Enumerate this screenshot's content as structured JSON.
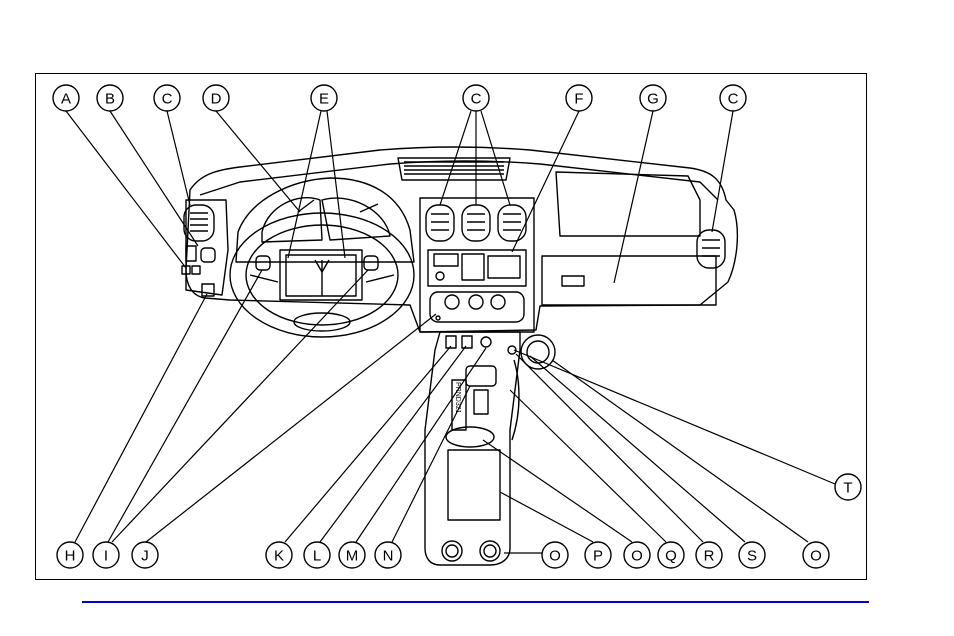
{
  "colors": {
    "line": "#000000",
    "rule": "#0000cc",
    "background": "#ffffff"
  },
  "callouts_top": [
    "A",
    "B",
    "C",
    "D",
    "E",
    "C",
    "F",
    "G",
    "C"
  ],
  "callouts_bottom": [
    "H",
    "I",
    "J",
    "K",
    "L",
    "M",
    "N",
    "O",
    "P",
    "O",
    "Q",
    "R",
    "S",
    "O"
  ],
  "callout_right": "T",
  "shifter_label": "PRND321"
}
